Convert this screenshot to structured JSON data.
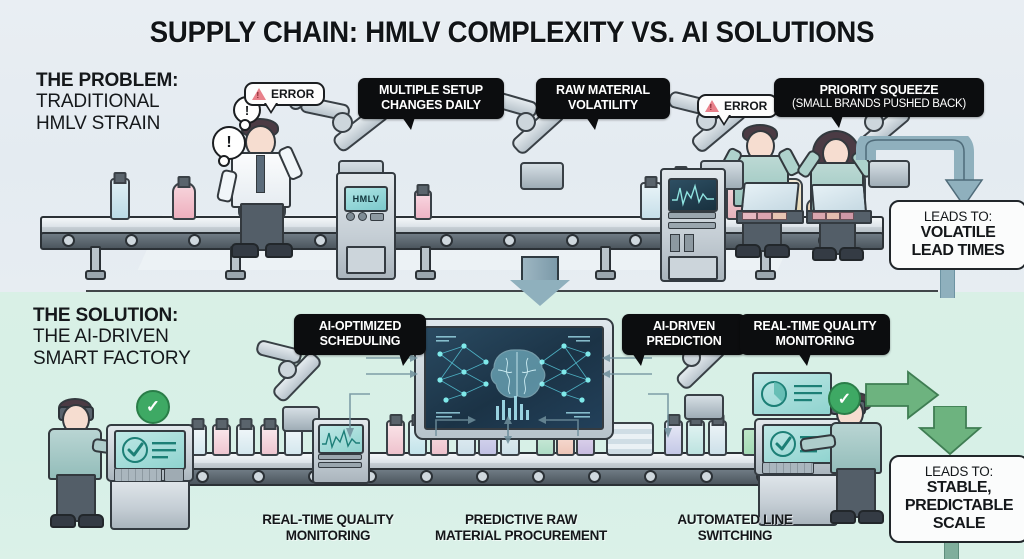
{
  "title": "SUPPLY CHAIN: HMLV COMPLEXITY VS. AI SOLUTIONS",
  "colors": {
    "problem_bg": "#e7edf2",
    "solution_bg": "#d9f0e6",
    "callout_bg": "#0c0d0f",
    "accent_green": "#3ea964",
    "arrow_teal": "#7fae9c",
    "arrow_blue": "#8fb0bd",
    "ink": "#14171a"
  },
  "problem": {
    "header": {
      "line1": "THE PROBLEM:",
      "line2": "TRADITIONAL",
      "line3": "HMLV STRAIN"
    },
    "callouts": [
      {
        "id": "multiple-setup-changes",
        "line1": "MULTIPLE SETUP",
        "line2": "CHANGES DAILY"
      },
      {
        "id": "raw-material-volatility",
        "line1": "RAW MATERIAL",
        "line2": "VOLATILITY"
      },
      {
        "id": "priority-squeeze",
        "line1": "PRIORITY SQUEEZE",
        "line2": "(SMALL BRANDS PUSHED BACK)"
      }
    ],
    "error_bubbles": [
      {
        "id": "error-left",
        "label": "ERROR",
        "icon": "warning-triangle-icon"
      },
      {
        "id": "error-right",
        "label": "ERROR",
        "icon": "warning-triangle-icon"
      }
    ],
    "thought_bubbles": [
      {
        "id": "exclamation-1",
        "glyph": "!"
      },
      {
        "id": "exclamation-2",
        "glyph": "!"
      },
      {
        "id": "exclamation-3",
        "glyph": "!"
      }
    ],
    "machine_display": "HMLV",
    "outcome_sign": {
      "lead": "LEADS TO:",
      "line1": "VOLATILE",
      "line2": "LEAD TIMES"
    }
  },
  "solution": {
    "header": {
      "line1": "THE SOLUTION:",
      "line2": "THE AI-DRIVEN",
      "line3": "SMART FACTORY"
    },
    "callouts": [
      {
        "id": "ai-optimized-scheduling",
        "line1": "AI-OPTIMIZED",
        "line2": "SCHEDULING"
      },
      {
        "id": "ai-driven-prediction",
        "line1": "AI-DRIVEN",
        "line2": "PREDICTION"
      },
      {
        "id": "real-time-quality-monitoring",
        "line1": "REAL-TIME QUALITY",
        "line2": "MONITORING"
      }
    ],
    "captions": [
      {
        "id": "caption-quality",
        "line1": "REAL-TIME QUALITY",
        "line2": "MONITORING"
      },
      {
        "id": "caption-procurement",
        "line1": "PREDICTIVE RAW",
        "line2": "MATERIAL PROCUREMENT"
      },
      {
        "id": "caption-line-switching",
        "line1": "AUTOMATED LINE",
        "line2": "SWITCHING"
      }
    ],
    "status_badges": [
      {
        "id": "check-left",
        "glyph": "✓"
      },
      {
        "id": "check-right",
        "glyph": "✓"
      }
    ],
    "outcome_sign": {
      "lead": "LEADS TO:",
      "line1": "STABLE,",
      "line2": "PREDICTABLE",
      "line3": "SCALE"
    }
  }
}
